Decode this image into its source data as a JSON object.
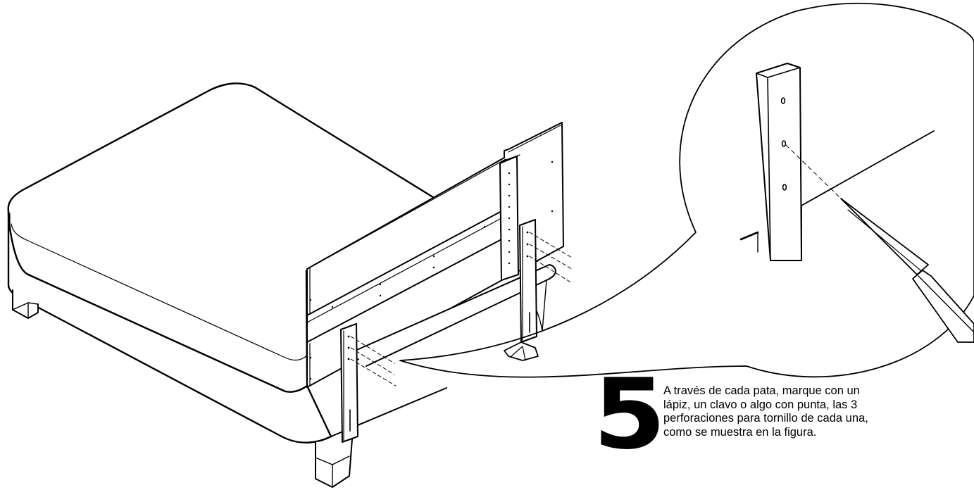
{
  "step": {
    "number": "5",
    "instruction_lines": [
      "A través de cada pata, marque con un",
      "lápiz, un clavo o algo con punta, las 3",
      "perforaciones para tornillo de cada una,",
      "como se muestra en la figura."
    ]
  },
  "illustration": {
    "main_view": "bed-base-with-headboard-and-legs",
    "detail_view": "magnified-leg-marking-with-pencil",
    "colors": {
      "line": "#000000",
      "fill": "#ffffff"
    }
  }
}
